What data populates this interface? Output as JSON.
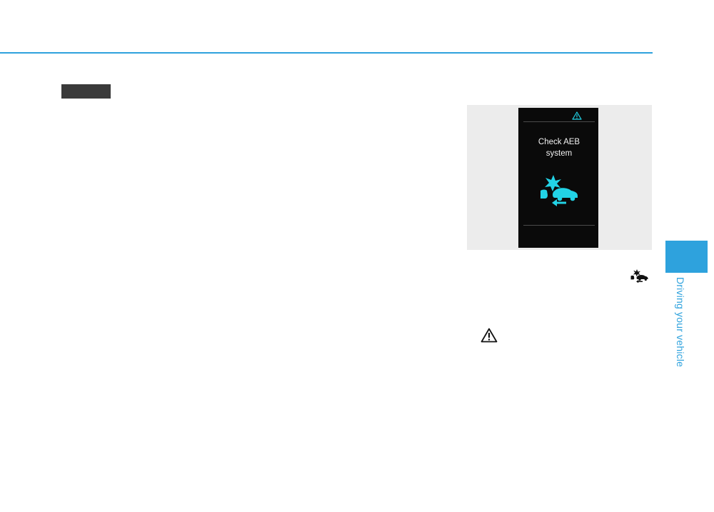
{
  "cluster_display": {
    "message_line1": "Check AEB",
    "message_line2": "system",
    "warning_icon": "warning-triangle-icon",
    "symbol_icon": "aeb-forward-collision-icon"
  },
  "body": {
    "inline_symbol_icon": "aeb-forward-collision-icon",
    "caution_icon": "caution-triangle-icon"
  },
  "side_tab": {
    "chapter_title": "Driving your vehicle"
  },
  "colors": {
    "accent": "#2ea2dd",
    "cluster_symbol": "#22d3e6",
    "cluster_background": "#0a0a0a",
    "figure_background": "#ececec"
  }
}
